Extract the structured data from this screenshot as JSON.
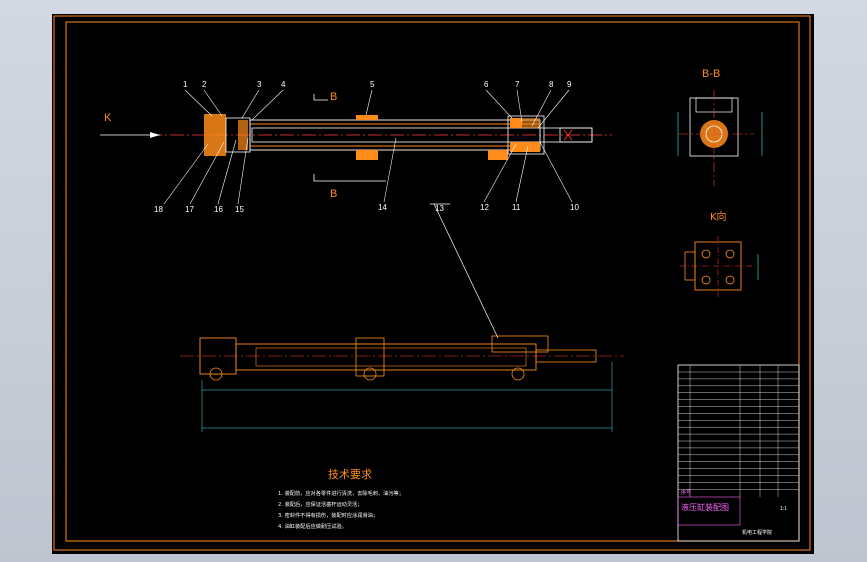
{
  "colors": {
    "frame": "#ff8c1a",
    "cad_lines": "#ffffff",
    "hatch": "#ff8c1a",
    "centerline": "#ff3b3b",
    "dimension": "#40e0e0",
    "title_text": "#ff66ff"
  },
  "callouts_top": [
    "1",
    "2",
    "3",
    "4",
    "5",
    "6",
    "7",
    "8",
    "9"
  ],
  "callouts_bottom": [
    "18",
    "17",
    "16",
    "15",
    "14",
    "12",
    "11",
    "10"
  ],
  "callout_13": "13",
  "labels": {
    "view_k_arrow": "K",
    "section_mark_top": "B",
    "section_mark_bottom": "B",
    "section_view_title": "B-B",
    "k_view_title": "K向"
  },
  "tech_requirements": {
    "title": "技术要求",
    "items": [
      "1. 装配前，应对各零件进行清洗，去除毛刺、油污等；",
      "2. 装配后，应保证活塞杆运动灵活；",
      "3. 密封件不得有损伤，装配时应涂润滑油；",
      "4. 油缸装配后应做耐压试验。"
    ]
  },
  "title_block": {
    "drawing_name": "液压缸装配图",
    "scale": "1:1",
    "company": "机电工程学院",
    "table_header": "序号"
  }
}
